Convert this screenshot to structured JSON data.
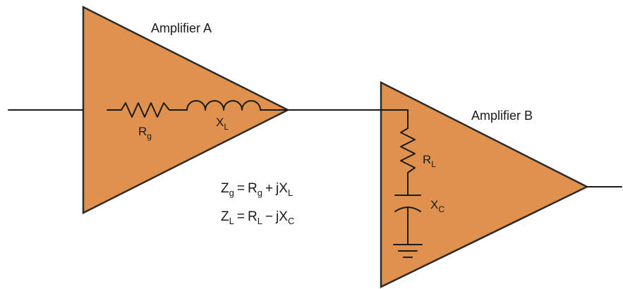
{
  "colors": {
    "amplifier_fill": "#E0914E",
    "amplifier_stroke": "#2B2B2B",
    "wire": "#1A1A1A",
    "background": "#FFFFFF"
  },
  "amplifier_a": {
    "title": "Amplifier A",
    "resistor": {
      "symbol": "R",
      "subscript": "g"
    },
    "inductor": {
      "symbol": "X",
      "subscript": "L"
    }
  },
  "amplifier_b": {
    "title": "Amplifier B",
    "resistor": {
      "symbol": "R",
      "subscript": "L"
    },
    "capacitor": {
      "symbol": "X",
      "subscript": "C"
    }
  },
  "equations": {
    "zg": {
      "lhs": "Z",
      "lhs_sub": "g",
      "eq": "=",
      "t1": "R",
      "t1_sub": "g",
      "op": "+",
      "t2": "jX",
      "t2_sub": "L"
    },
    "zl": {
      "lhs": "Z",
      "lhs_sub": "L",
      "eq": "=",
      "t1": "R",
      "t1_sub": "L",
      "op": "−",
      "t2": "jX",
      "t2_sub": "C"
    }
  }
}
